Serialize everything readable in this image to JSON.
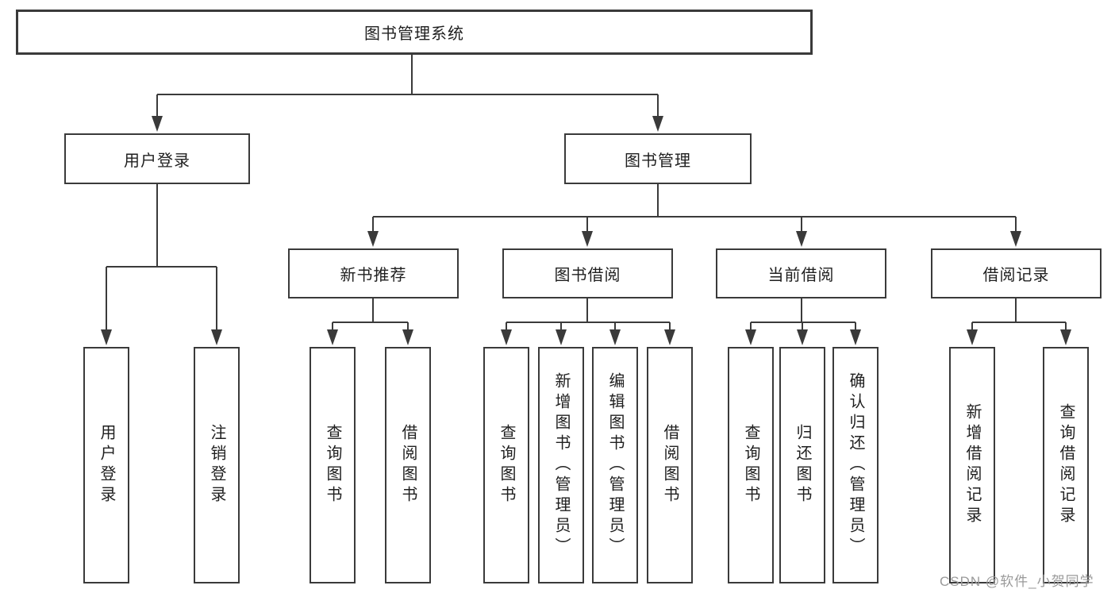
{
  "tree": {
    "root": {
      "label": "图书管理系统"
    },
    "l2": [
      {
        "label": "用户登录",
        "leaves": [
          {
            "label": "用户登录"
          },
          {
            "label": "注销登录"
          }
        ]
      },
      {
        "label": "图书管理",
        "groups": [
          {
            "label": "新书推荐",
            "leaves": [
              {
                "label": "查询图书"
              },
              {
                "label": "借阅图书"
              }
            ]
          },
          {
            "label": "图书借阅",
            "leaves": [
              {
                "label": "查询图书"
              },
              {
                "label": "新增图书（管理员）"
              },
              {
                "label": "编辑图书（管理员）"
              },
              {
                "label": "借阅图书"
              }
            ]
          },
          {
            "label": "当前借阅",
            "leaves": [
              {
                "label": "查询图书"
              },
              {
                "label": "归还图书"
              },
              {
                "label": "确认归还（管理员）"
              }
            ]
          },
          {
            "label": "借阅记录",
            "leaves": [
              {
                "label": "新增借阅记录"
              },
              {
                "label": "查询借阅记录"
              }
            ]
          }
        ]
      }
    ]
  },
  "watermark": {
    "text": "CSDN @软件_小贺同学"
  },
  "colors": {
    "line": "#3a3a3a",
    "text": "#1f1f1f",
    "watermark": "#9a9a9a",
    "background": "#ffffff"
  }
}
